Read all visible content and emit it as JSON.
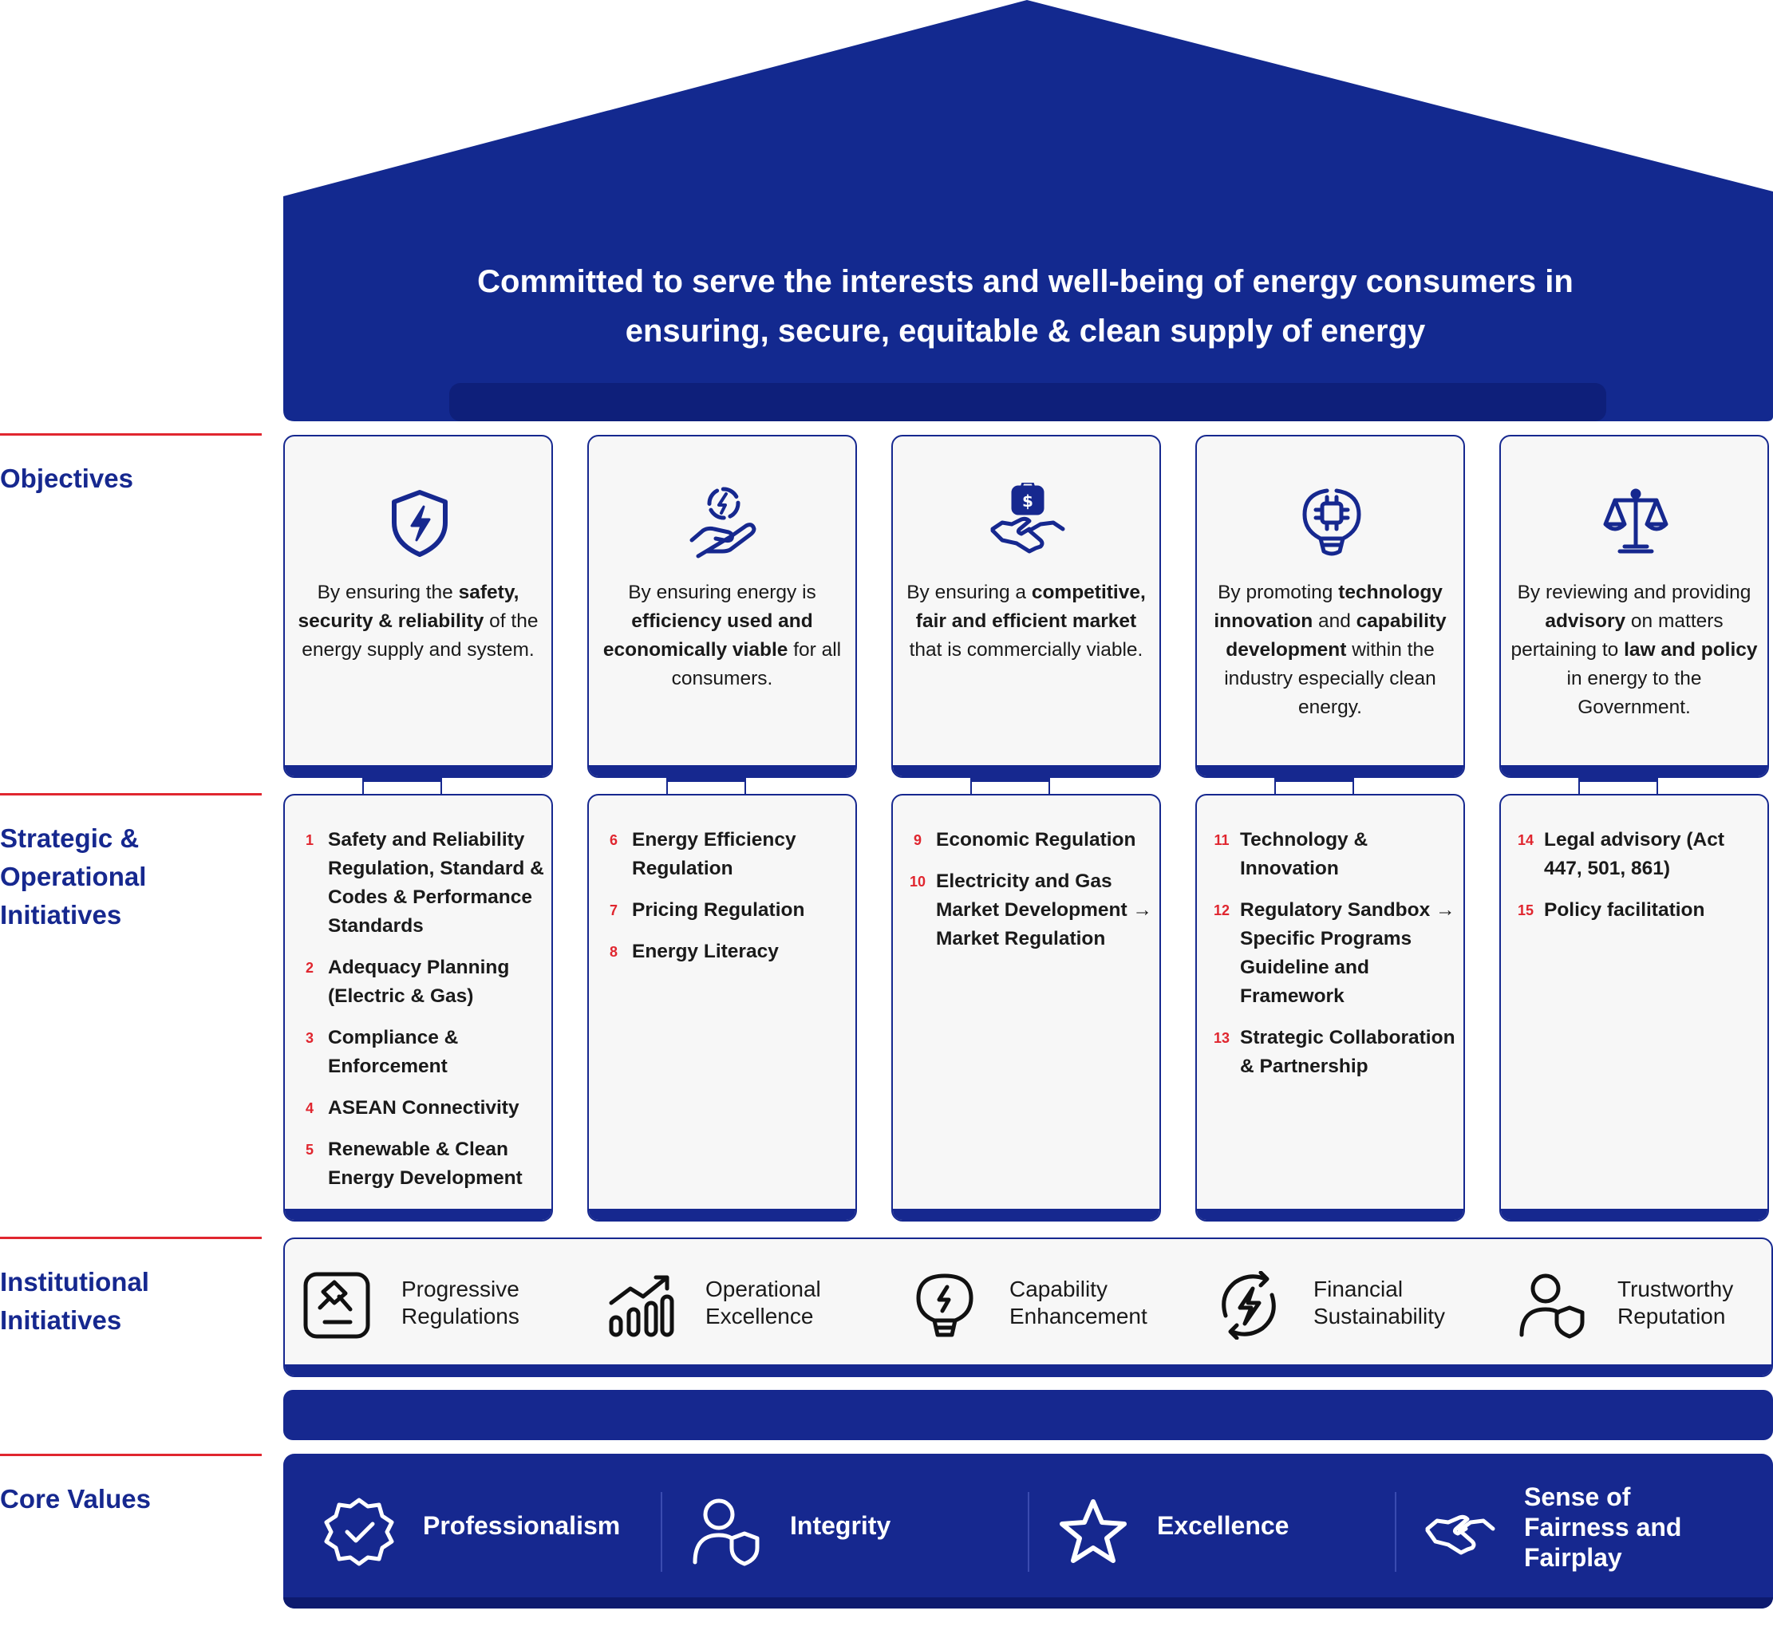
{
  "mission": {
    "line1": "Committed to serve the interests and well-being of energy consumers in",
    "line2": "ensuring, secure, equitable & clean supply of energy"
  },
  "labels": {
    "objectives": "Objectives",
    "strategic_line1": "Strategic &",
    "strategic_line2": "Operational",
    "strategic_line3": "Initiatives",
    "institutional_line1": "Institutional",
    "institutional_line2": "Initiatives",
    "core_values": "Core Values"
  },
  "objectives": [
    {
      "icon": "shield-bolt-icon",
      "parts": [
        "By ensuring the ",
        "safety, security & reliability",
        " of the energy supply and system."
      ]
    },
    {
      "icon": "hand-energy-icon",
      "parts": [
        "By ensuring energy is ",
        "efficiency used and economically viable",
        " for all consumers."
      ]
    },
    {
      "icon": "handshake-money-icon",
      "parts": [
        "By ensuring a ",
        "competitive, fair and efficient market",
        " that is commercially viable."
      ]
    },
    {
      "icon": "lightbulb-chip-icon",
      "parts": [
        "By promoting ",
        "technology innovation",
        " and ",
        "capability development",
        " within the industry especially clean energy."
      ]
    },
    {
      "icon": "scales-icon",
      "parts": [
        "By reviewing and providing ",
        "advisory",
        " on matters pertaining to ",
        "law and policy",
        " in energy to the Government."
      ]
    }
  ],
  "initiatives": [
    [
      {
        "num": "1",
        "text": "Safety and Reliability Regulation, Standard & Codes & Performance Standards"
      },
      {
        "num": "2",
        "text": "Adequacy Planning (Electric & Gas)"
      },
      {
        "num": "3",
        "text": "Compliance & Enforcement"
      },
      {
        "num": "4",
        "text": "ASEAN Connectivity"
      },
      {
        "num": "5",
        "text": "Renewable & Clean Energy Development"
      }
    ],
    [
      {
        "num": "6",
        "text": "Energy Efficiency Regulation"
      },
      {
        "num": "7",
        "text": "Pricing Regulation"
      },
      {
        "num": "8",
        "text": "Energy Literacy"
      }
    ],
    [
      {
        "num": "9",
        "text": "Economic Regulation"
      },
      {
        "num": "10",
        "text": "Electricity and Gas Market Development → Market Regulation"
      }
    ],
    [
      {
        "num": "11",
        "text": "Technology & Innovation"
      },
      {
        "num": "12",
        "text": "Regulatory Sandbox → Specific Programs Guideline and Framework"
      },
      {
        "num": "13",
        "text": "Strategic Collaboration & Partnership"
      }
    ],
    [
      {
        "num": "14",
        "text": "Legal advisory (Act 447, 501, 861)"
      },
      {
        "num": "15",
        "text": "Policy facilitation"
      }
    ]
  ],
  "institutional": [
    {
      "icon": "gavel-icon",
      "line1": "Progressive",
      "line2": "Regulations"
    },
    {
      "icon": "growth-chart-icon",
      "line1": "Operational",
      "line2": "Excellence"
    },
    {
      "icon": "lightbulb-icon",
      "line1": "Capability",
      "line2": "Enhancement"
    },
    {
      "icon": "refresh-bolt-icon",
      "line1": "Financial",
      "line2": "Sustainability"
    },
    {
      "icon": "user-shield-icon",
      "line1": "Trustworthy",
      "line2": "Reputation"
    }
  ],
  "core_values": [
    {
      "icon": "badge-check-icon",
      "lines": [
        "Professionalism"
      ]
    },
    {
      "icon": "user-shield-icon",
      "lines": [
        "Integrity"
      ]
    },
    {
      "icon": "star-icon",
      "lines": [
        "Excellence"
      ]
    },
    {
      "icon": "handshake-icon",
      "lines": [
        "Sense of",
        "Fairness and",
        "Fairplay"
      ]
    }
  ],
  "colors": {
    "navy": "#16288f",
    "red": "#e0262f",
    "card": "#f7f7f7"
  }
}
